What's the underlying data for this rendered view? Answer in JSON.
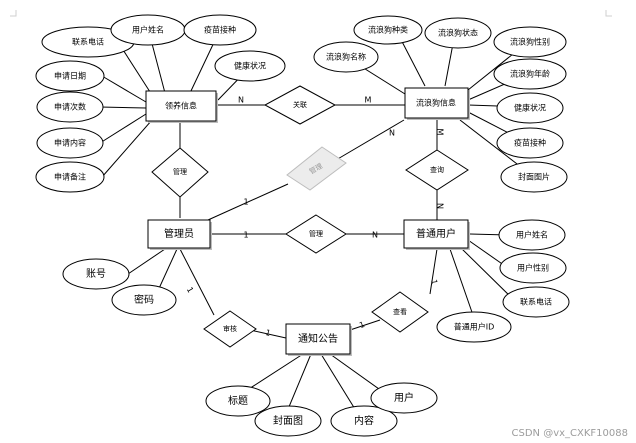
{
  "entities": {
    "stray_info": "领养信息",
    "stray_animal_info": "流浪狗信息",
    "admin": "管理员",
    "normal_user": "普通用户",
    "notice": "通知公告"
  },
  "attributes": {
    "stray_info": [
      "联系电话",
      "用户姓名",
      "疫苗接种",
      "健康状况",
      "申请日期",
      "申请次数",
      "申请内容",
      "申请备注"
    ],
    "stray_animal_info": [
      "流浪狗种类",
      "流浪狗状态",
      "流浪狗性别",
      "流浪狗名称",
      "流浪狗年龄",
      "健康状况",
      "疫苗接种",
      "封面图片"
    ],
    "admin": [
      "账号",
      "密码"
    ],
    "normal_user": [
      "用户姓名",
      "用户性别",
      "联系电话",
      "普通用户ID"
    ],
    "notice": [
      "标题",
      "封面图",
      "内容",
      "用户"
    ]
  },
  "relations": {
    "associate": "关联",
    "manage_left": "管理",
    "manage_center": "管理",
    "query": "查询",
    "manage_user": "管理",
    "review": "审核",
    "view": "查看"
  },
  "cardinality": {
    "associate_left": "N",
    "associate_right": "M",
    "manage_center_top": "N",
    "manage_center_bottom": "1",
    "query_top": "M",
    "query_bottom": "N",
    "manage_user_left": "1",
    "manage_user_right": "N",
    "review_top": "1",
    "review_bottom": "1",
    "view_top": "1",
    "view_bottom": "1"
  },
  "watermark": "CSDN @vx_CXKF10088"
}
